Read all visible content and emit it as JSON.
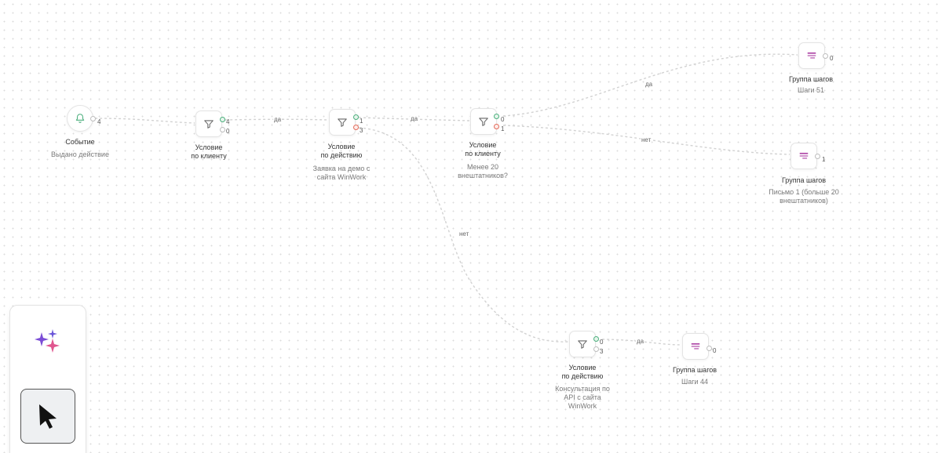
{
  "nodes": {
    "event": {
      "title": "Событие",
      "subtitle": "Выдано действие",
      "icon": "bell-icon",
      "count_out": "4"
    },
    "cond_client_1": {
      "title": "Условие\nпо клиенту",
      "icon": "filter-icon",
      "count_yes": "4",
      "count_no": "0"
    },
    "cond_action_1": {
      "title": "Условие\nпо действию",
      "subtitle": "Заявка на демо с\nсайта WinWork",
      "icon": "filter-icon",
      "count_yes": "1",
      "count_no": "3"
    },
    "cond_client_2": {
      "title": "Условие\nпо клиенту",
      "subtitle": "Менее 20\nвнештатников?",
      "icon": "filter-icon",
      "count_yes": "0",
      "count_no": "1"
    },
    "group_51": {
      "title": "Группа шагов",
      "subtitle": "Шаги 51",
      "icon": "step-group-icon",
      "count_out": "0"
    },
    "group_letter": {
      "title": "Группа шагов",
      "subtitle": "Письмо 1 (больше 20\nвнештатников)",
      "icon": "step-group-icon",
      "count_out": "1"
    },
    "cond_action_2": {
      "title": "Условие\nпо действию",
      "subtitle": "Консультация по\nAPI с сайта\nWinWork",
      "icon": "filter-icon",
      "count_yes": "0",
      "count_no": "3"
    },
    "group_44": {
      "title": "Группа шагов",
      "subtitle": "Шаги 44",
      "icon": "step-group-icon",
      "count_out": "0"
    }
  },
  "edge_labels": {
    "client1_to_action1": "да",
    "action1_to_client2": "да",
    "client2_to_group51": "да",
    "client2_to_letter": "нет",
    "action1_to_action2": "нет",
    "action2_to_group44": "да"
  },
  "toolbar": {
    "ai_tool_icon": "sparkles-icon",
    "pointer_tool_icon": "cursor-pointer-icon"
  },
  "colors": {
    "port_yes": "#4caf7d",
    "port_no": "#e36c5a",
    "group_icon": "#b04aa8",
    "sparkle_purple": "#7b4dd6",
    "sparkle_pink": "#e0568f"
  }
}
